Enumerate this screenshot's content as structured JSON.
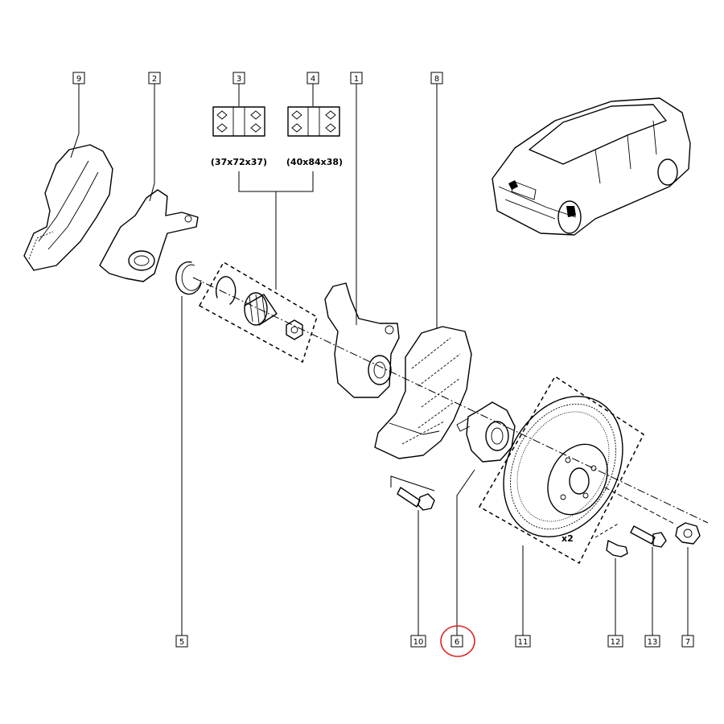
{
  "callouts": {
    "c1": "1",
    "c2": "2",
    "c3": "3",
    "c4": "4",
    "c5": "5",
    "c6": "6",
    "c7": "7",
    "c8": "8",
    "c9": "9",
    "c10": "10",
    "c11": "11",
    "c12": "12",
    "c13": "13"
  },
  "bearing_sizes": {
    "size_a": "(37x72x37)",
    "size_b": "(40x84x38)"
  },
  "quantity_note": "x2",
  "highlight_color": "#e02020"
}
